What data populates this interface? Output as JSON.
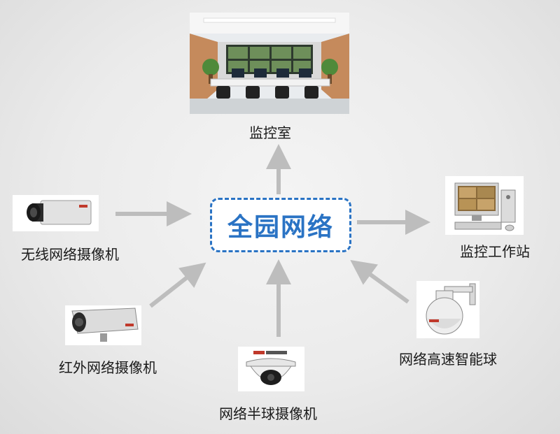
{
  "center": {
    "label": "全园网络"
  },
  "nodes": {
    "control_room": {
      "label": "监控室"
    },
    "wireless_camera": {
      "label": "无线网络摄像机"
    },
    "monitoring_workstation": {
      "label": "监控工作站"
    },
    "infrared_camera": {
      "label": "红外网络摄像机"
    },
    "hemisphere_camera": {
      "label": "网络半球摄像机"
    },
    "speed_dome": {
      "label": "网络高速智能球"
    }
  },
  "colors": {
    "accent": "#2a73c4",
    "arrow": "#bdbdbd",
    "text": "#1a1a1a"
  }
}
